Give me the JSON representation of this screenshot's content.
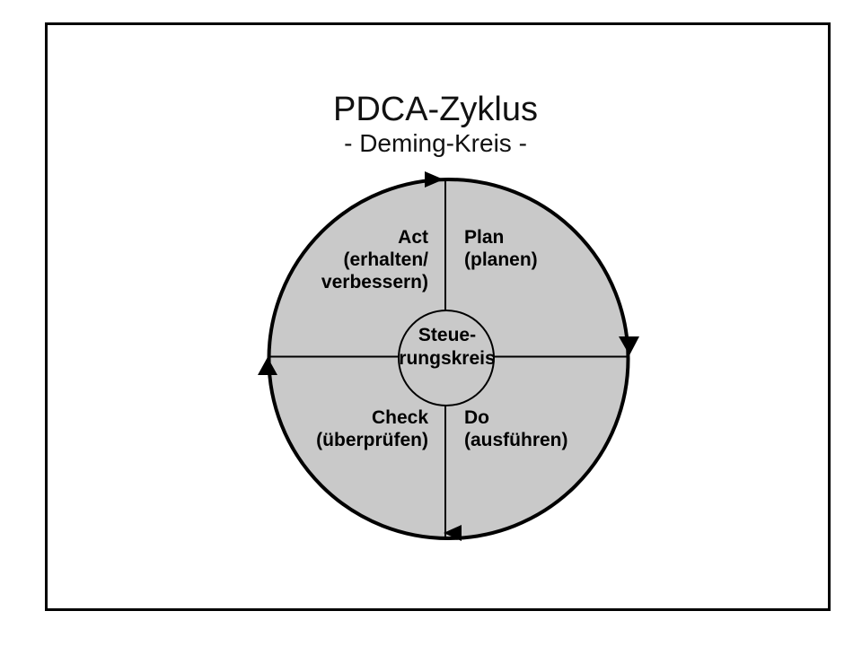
{
  "slide": {
    "title": "PDCA-Zyklus",
    "subtitle": "- Deming-Kreis -"
  },
  "diagram": {
    "type": "cycle",
    "direction": "clockwise",
    "quadrants": [
      {
        "key": "act",
        "position": "top-left",
        "label": "Act",
        "lines": [
          "(erhalten/",
          "verbessern)"
        ]
      },
      {
        "key": "plan",
        "position": "top-right",
        "label": "Plan",
        "lines": [
          "(planen)"
        ]
      },
      {
        "key": "check",
        "position": "bottom-left",
        "label": "Check",
        "lines": [
          "(überprüfen)"
        ]
      },
      {
        "key": "do",
        "position": "bottom-right",
        "label": "Do",
        "lines": [
          "(ausführen)"
        ]
      }
    ],
    "center": {
      "line1": "Steue-",
      "line2": "rungskreis"
    },
    "colors": {
      "circle_fill": "#c9c9c9",
      "stroke": "#000000",
      "arrow": "#000000"
    }
  }
}
